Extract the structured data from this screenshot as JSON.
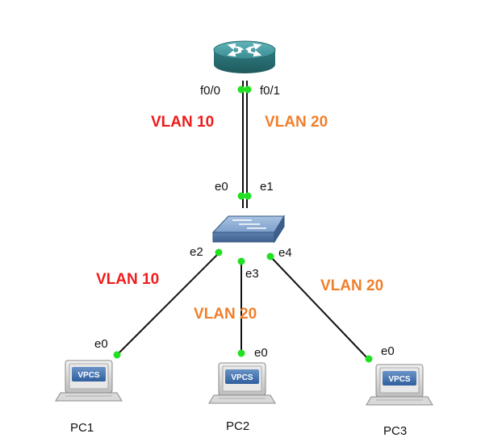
{
  "colors": {
    "vlan10": "#ee1c1c",
    "vlan20": "#f07f2b",
    "port_dot": "#22e022",
    "link": "#111111",
    "router": "#3d8f95",
    "switch": "#5f86b6"
  },
  "router": {
    "icon": "router-icon",
    "ports": {
      "left": "f0/0",
      "right": "f0/1"
    }
  },
  "trunk": {
    "left_vlan": "VLAN 10",
    "right_vlan": "VLAN 20"
  },
  "switch": {
    "icon": "switch-icon",
    "ports": {
      "e0": "e0",
      "e1": "e1",
      "e2": "e2",
      "e3": "e3",
      "e4": "e4"
    }
  },
  "links": {
    "pc1_vlan": "VLAN 10",
    "pc2_vlan": "VLAN 20",
    "pc3_vlan": "VLAN 20"
  },
  "hosts": [
    {
      "name": "PC1",
      "port": "e0",
      "badge": "VPCS",
      "icon": "computer-icon"
    },
    {
      "name": "PC2",
      "port": "e0",
      "badge": "VPCS",
      "icon": "computer-icon"
    },
    {
      "name": "PC3",
      "port": "e0",
      "badge": "VPCS",
      "icon": "computer-icon"
    }
  ]
}
